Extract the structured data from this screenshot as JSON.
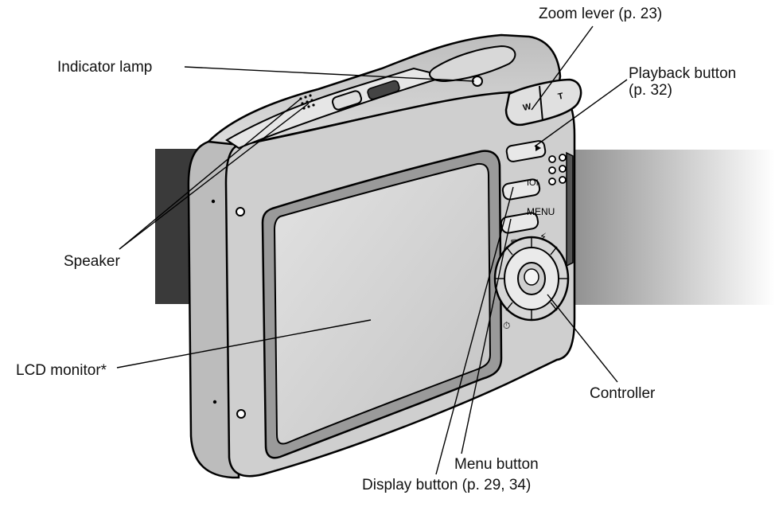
{
  "labels": {
    "zoom_lever": "Zoom lever (p. 23)",
    "indicator_lamp": "Indicator lamp",
    "playback_button": [
      "Playback button",
      "(p. 32)"
    ],
    "speaker": "Speaker",
    "lcd_monitor": "LCD monitor*",
    "controller": "Controller",
    "menu_button": "Menu button",
    "display_button": "Display button (p. 29, 34)"
  },
  "camera_markings": {
    "zoom_wide": "W",
    "zoom_tele": "T",
    "menu": "MENU",
    "display": "IOI"
  },
  "colors": {
    "body": "#cfcfcf",
    "body_dark": "#8c8c8c",
    "screen": "#d4d4d4",
    "band_dark": "#3a3a3a",
    "band_gradient_start": "#8a8a8a",
    "band_gradient_end": "#ffffff",
    "outline": "#000000"
  }
}
